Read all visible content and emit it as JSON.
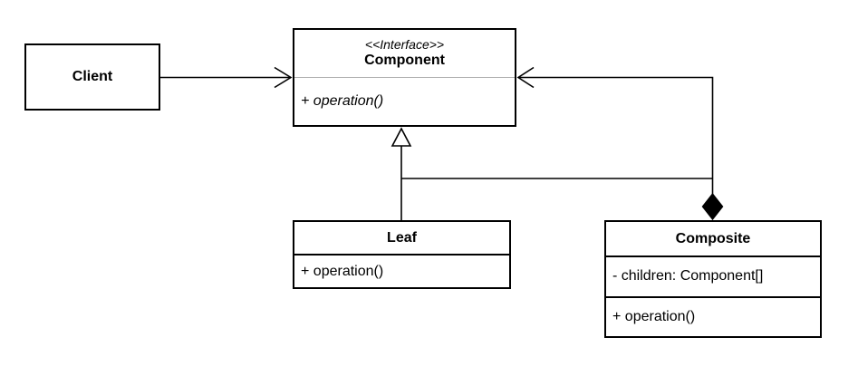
{
  "diagram": {
    "kind": "uml-class-diagram",
    "pattern": "Composite"
  },
  "classes": {
    "client": {
      "name": "Client"
    },
    "component": {
      "stereotype": "<<Interface>>",
      "name": "Component",
      "methods": [
        "+ operation()"
      ]
    },
    "leaf": {
      "name": "Leaf",
      "methods": [
        "+ operation()"
      ]
    },
    "composite": {
      "name": "Composite",
      "attributes": [
        "- children: Component[]"
      ],
      "methods": [
        "+ operation()"
      ]
    }
  },
  "relationships": {
    "client_to_component": "association (open arrow)",
    "leaf_to_component": "generalization (hollow triangle)",
    "composite_to_component": "generalization (shared triangle branch)",
    "composite_aggregates_component": "composition (filled diamond)"
  },
  "colors": {
    "stroke": "#000000",
    "box_fill": "#ffffff",
    "interface_divider": "#b0b0b0",
    "background": "#ffffff"
  }
}
